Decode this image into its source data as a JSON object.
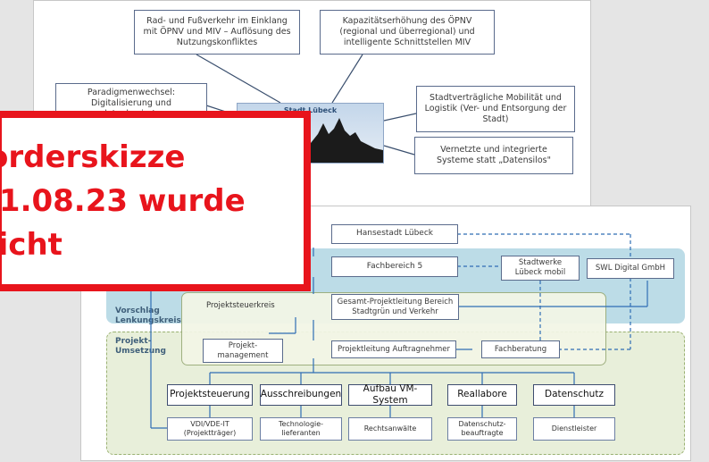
{
  "mindmap": {
    "center": "Stadt Lübeck",
    "n_top_left": "Rad- und Fußverkehr im Einklang mit ÖPNV und MIV – Auflösung des Nutzungskonfliktes",
    "n_top_right": "Kapazitätserhöhung des ÖPNV (regional und überregional) und intelligente Schnittstellen MIV",
    "n_left": "Paradigmenwechsel: Digitalisierung und datenbasierte",
    "n_right1": "Stadtverträgliche Mobilität und Logistik (Ver- und Entsorgung der Stadt)",
    "n_right2": "Vernetzte und integrierte Systeme statt „Datensilos\""
  },
  "overlay": {
    "line1": "orderskizze",
    "line2": ".1.08.23 wurde",
    "line3": "licht"
  },
  "org": {
    "hansestadt": "Hansestadt Lübeck",
    "fachbereich": "Fachbereich 5",
    "stadtwerke": "Stadtwerke Lübeck mobil",
    "swl": "SWL Digital GmbH",
    "zone_lenkung": "Vorschlag Lenkungskreis",
    "zone_umsetzung": "Projekt-Umsetzung",
    "projektsteuerkreis": "Projektsteuerkreis",
    "gesamt": "Gesamt-Projektleitung Bereich Stadtgrün und Verkehr",
    "pm": "Projekt-management",
    "pl_auftragnehmer": "Projektleitung Auftragnehmer",
    "fachberatung": "Fachberatung",
    "row1": [
      "Projektsteuerung",
      "Ausschreibungen",
      "Aufbau VM-System",
      "Reallabore",
      "Datenschutz"
    ],
    "row2": [
      "VDI/VDE-IT (Projektträger)",
      "Technologie-lieferanten",
      "Rechtsanwälte",
      "Datenschutz-beauftragte",
      "Dienstleister"
    ]
  },
  "colors": {
    "overlay_red": "#e8141c",
    "lenkung_band": "#bcdce7",
    "umsetzung_band": "#e8efda",
    "projektsteuerkreis_box": "#f3f6e6",
    "connector_blue": "#2f6db5",
    "skyline_band": "#c3d6ea"
  }
}
